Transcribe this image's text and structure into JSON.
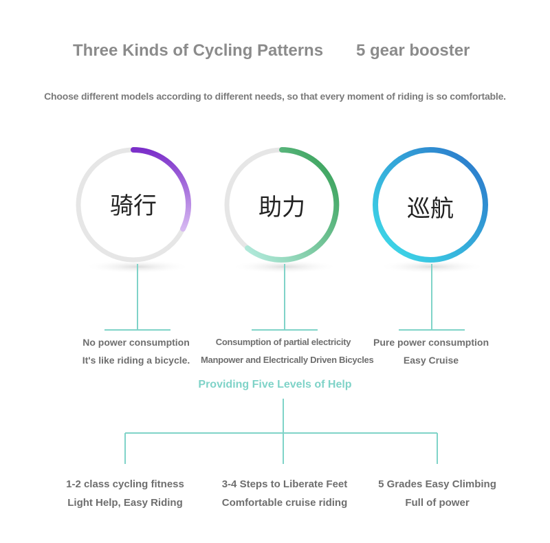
{
  "header": {
    "title": "Three Kinds of Cycling Patterns",
    "subtitle_right": "5 gear booster",
    "description": "Choose different models according to different needs, so that every moment of riding is so comfortable."
  },
  "modes": [
    {
      "label": "骑行",
      "line1": "No power consumption",
      "line2": "It's like riding a bicycle.",
      "colors": {
        "start": "#7b2fc9",
        "end": "#c9a6ec"
      }
    },
    {
      "label": "助力",
      "line1": "Consumption of partial electricity",
      "line2": "Manpower and Electrically Driven Bicycles",
      "colors": {
        "start": "#2e9b4e",
        "end": "#9fe0c8"
      }
    },
    {
      "label": "巡航",
      "line1": "Pure power consumption",
      "line2": "Easy Cruise",
      "colors": {
        "start": "#2a73c9",
        "end": "#3fd6e6"
      }
    }
  ],
  "help": {
    "title": "Providing Five Levels of Help",
    "accent": "#7fd3c8",
    "levels": [
      {
        "line1": "1-2 class cycling fitness",
        "line2": "Light Help, Easy Riding"
      },
      {
        "line1": "3-4 Steps to Liberate Feet",
        "line2": "Comfortable cruise riding"
      },
      {
        "line1": "5 Grades Easy Climbing",
        "line2": "Full of power"
      }
    ]
  }
}
